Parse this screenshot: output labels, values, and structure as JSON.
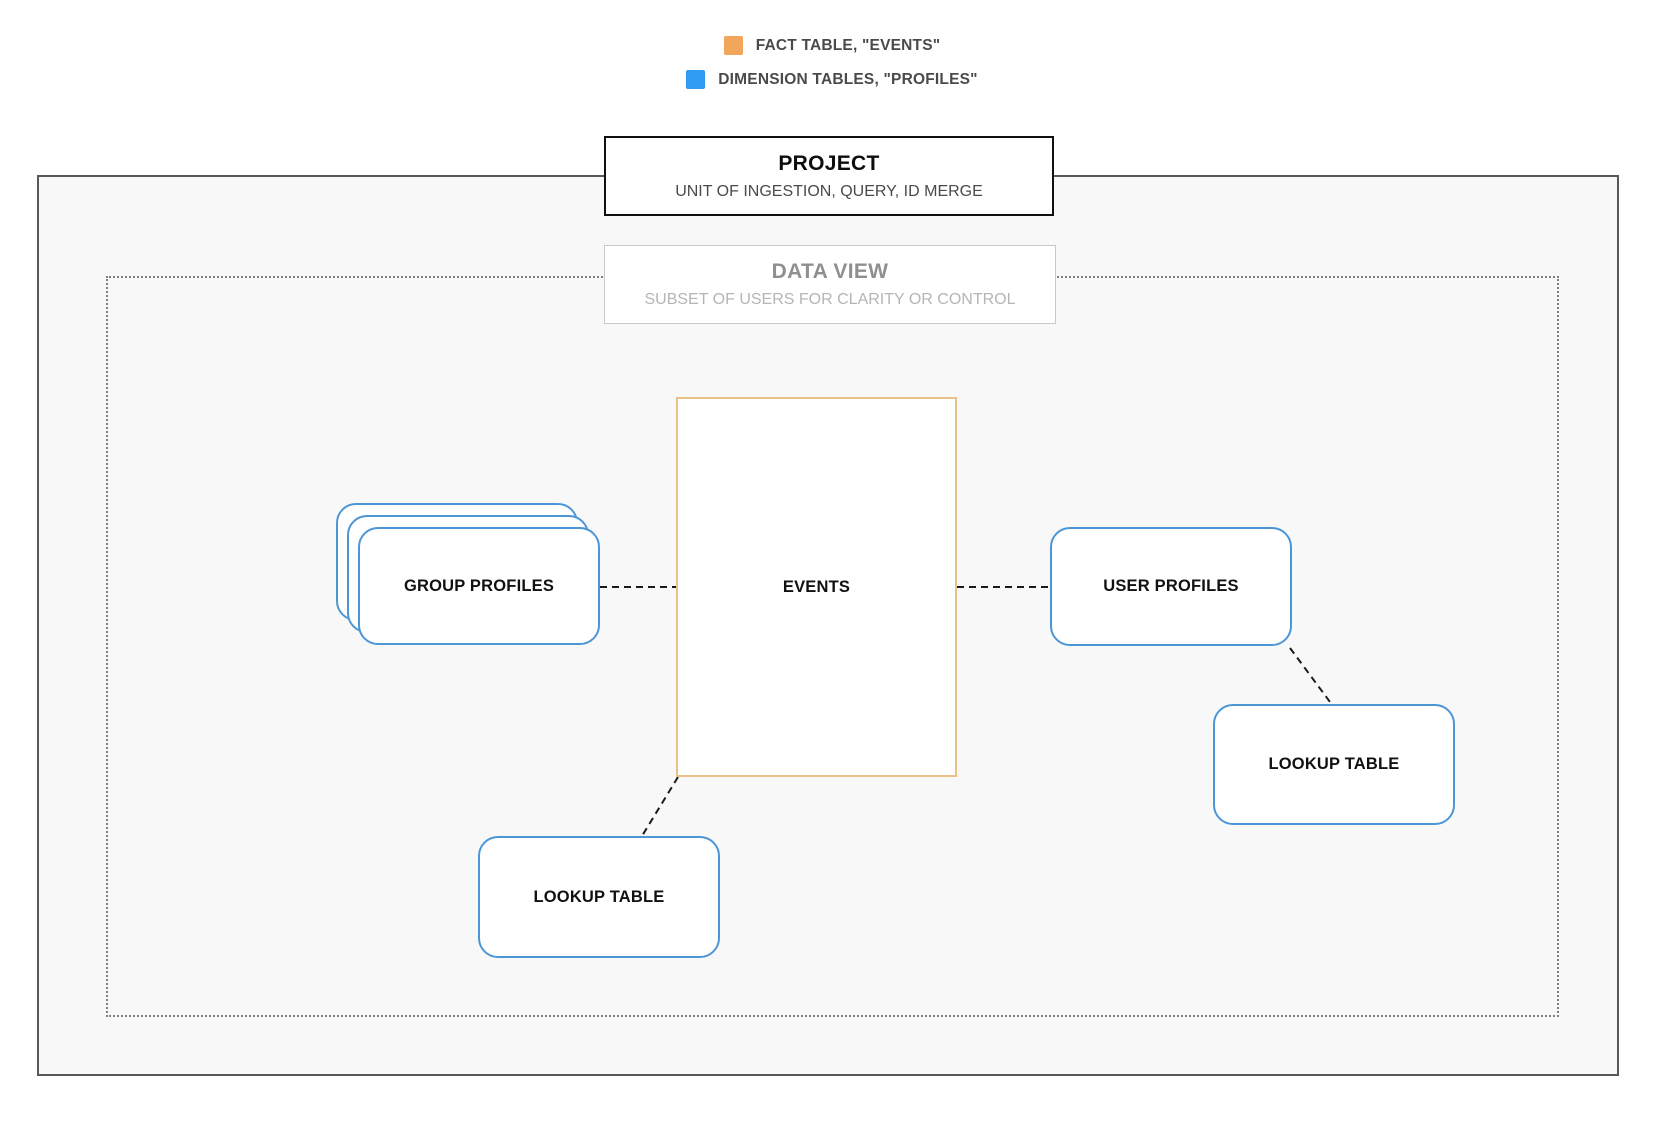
{
  "legend": {
    "items": [
      {
        "name": "fact-table",
        "label": "FACT TABLE, \"EVENTS\"",
        "color": "#F2A65C"
      },
      {
        "name": "dimension-tables",
        "label": "DIMENSION TABLES, \"PROFILES\"",
        "color": "#2F9CF1"
      }
    ]
  },
  "project_box": {
    "title": "PROJECT",
    "subtitle": "UNIT OF INGESTION, QUERY, ID MERGE"
  },
  "data_view_box": {
    "title": "DATA VIEW",
    "subtitle": "SUBSET OF USERS FOR CLARITY OR CONTROL"
  },
  "nodes": {
    "events": {
      "label": "EVENTS",
      "border_color": "#E9C189"
    },
    "group_profiles": {
      "label": "GROUP PROFILES",
      "border_color": "#4D96D6",
      "stack_count": 3
    },
    "user_profiles": {
      "label": "USER PROFILES",
      "border_color": "#4D96D6"
    },
    "lookup_table_bottom": {
      "label": "LOOKUP TABLE",
      "border_color": "#4D96D6"
    },
    "lookup_table_right": {
      "label": "LOOKUP TABLE",
      "border_color": "#4D96D6"
    }
  },
  "connections": [
    {
      "from": "group_profiles",
      "to": "events",
      "style": "dashed"
    },
    {
      "from": "events",
      "to": "user_profiles",
      "style": "dashed"
    },
    {
      "from": "user_profiles",
      "to": "lookup_table_right",
      "style": "dashed"
    },
    {
      "from": "events",
      "to": "lookup_table_bottom",
      "style": "dashed"
    }
  ]
}
